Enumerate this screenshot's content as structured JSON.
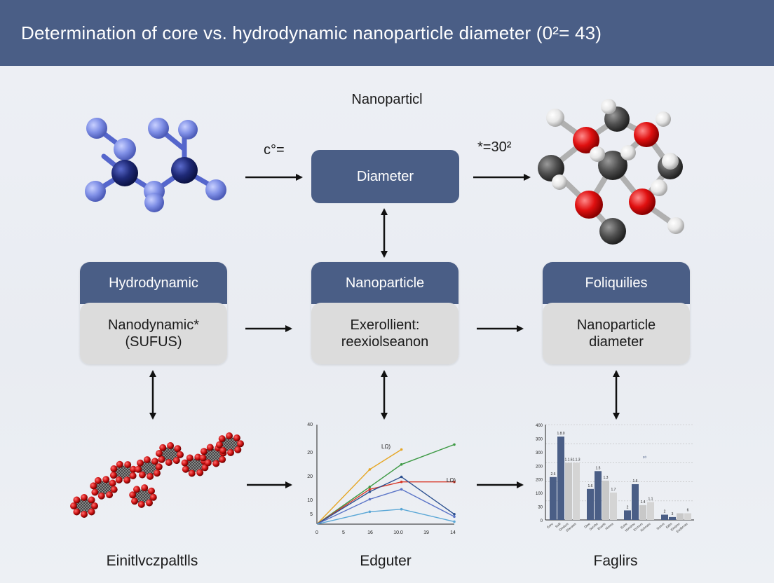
{
  "header": {
    "title": "Determination of core vs. hydrodynamic nanoparticle diameter (0²= 43)"
  },
  "top_row": {
    "label_top": "Nanoparticl",
    "label_left_arrow": "c°=",
    "label_right_arrow": "*=30²",
    "center_box": "Diameter"
  },
  "cards": {
    "left": {
      "head": "Hydrodynamic",
      "body_line1": "Nanodynamic*",
      "body_line2": "(SUFUS)"
    },
    "middle": {
      "head": "Nanoparticle",
      "body_line1": "Exerollient:",
      "body_line2": "reexiolseanon"
    },
    "right": {
      "head": "Foliquilies",
      "body_line1": "Nanoparticle",
      "body_line2": "diameter"
    }
  },
  "bottom_labels": {
    "left": "Einitlvczpaltlls",
    "middle": "Edguter",
    "right": "Faglirs"
  },
  "colors": {
    "navy": "#4a5e86",
    "card_body": "#dcdcdc",
    "atom_light_blue": "#7f8fe6",
    "atom_dark_blue": "#1f2a78",
    "atom_red": "#e01010",
    "atom_gray": "#505050",
    "atom_white": "#f2f2f2"
  },
  "chart_data": [
    {
      "type": "line",
      "x_ticks": [
        "0",
        "5",
        "16",
        "10.0",
        "19",
        "14"
      ],
      "y_ticks": [
        "40",
        "20",
        "20",
        "10",
        "5"
      ],
      "annotations": [
        "LΩ)",
        "LΩ)"
      ],
      "series": [
        {
          "color": "#e6a623",
          "values": [
            [
              0,
              0
            ],
            [
              1,
              22
            ],
            [
              1.6,
              30
            ]
          ]
        },
        {
          "color": "#3e9a45",
          "values": [
            [
              0,
              0
            ],
            [
              1,
              15
            ],
            [
              1.6,
              24
            ],
            [
              2.6,
              32
            ]
          ]
        },
        {
          "color": "#d83a2a",
          "values": [
            [
              0,
              0
            ],
            [
              1,
              14
            ],
            [
              1.6,
              17
            ],
            [
              2.6,
              17
            ]
          ]
        },
        {
          "color": "#2b4f8f",
          "values": [
            [
              0,
              0
            ],
            [
              1,
              13
            ],
            [
              1.6,
              19
            ],
            [
              2.6,
              4
            ]
          ]
        },
        {
          "color": "#5b74c7",
          "values": [
            [
              0,
              0
            ],
            [
              1,
              10
            ],
            [
              1.6,
              14
            ],
            [
              2.6,
              3
            ]
          ]
        },
        {
          "color": "#5aa7d6",
          "values": [
            [
              0,
              0
            ],
            [
              1,
              5
            ],
            [
              1.6,
              6
            ],
            [
              2.6,
              1
            ]
          ]
        }
      ],
      "xlim": [
        0,
        2.6
      ],
      "ylim": [
        0,
        40
      ]
    },
    {
      "type": "bar",
      "y_ticks": [
        "400",
        "300",
        "300",
        "200",
        "200",
        "100",
        "30",
        "0"
      ],
      "categories": [
        "Earu",
        "Sulli",
        "Dmdurs",
        "Sheraws",
        "Dlee",
        "Sunrbs",
        "Enartb",
        "Hinrea",
        "Eutre",
        "Nondmu",
        "Enmnrs",
        "Euhraso",
        "Sumrs",
        "Eitlm",
        "Elndmn",
        "Eudbrnas"
      ],
      "annotation": "²⁰",
      "values": [
        180,
        350,
        240,
        240,
        130,
        205,
        165,
        115,
        40,
        150,
        62,
        75,
        22,
        12,
        28,
        28
      ],
      "bar_labels": [
        "2.6",
        "1.8.0",
        "1.1.6",
        "1.1.3",
        "1.6",
        "1.5",
        "1.3",
        "1.7",
        "2",
        "1.6",
        "1.4",
        "1.1",
        "2",
        "3",
        "",
        "6"
      ],
      "bar_colors": [
        "#4a5e86",
        "#4a5e86",
        "#c8c8c8",
        "#d4d4d4",
        "#4a5e86",
        "#4a5e86",
        "#c8c8c8",
        "#d4d4d4",
        "#4a5e86",
        "#4a5e86",
        "#c8c8c8",
        "#d4d4d4",
        "#4a5e86",
        "#4a5e86",
        "#c8c8c8",
        "#d4d4d4"
      ],
      "ylim": [
        0,
        400
      ]
    }
  ]
}
